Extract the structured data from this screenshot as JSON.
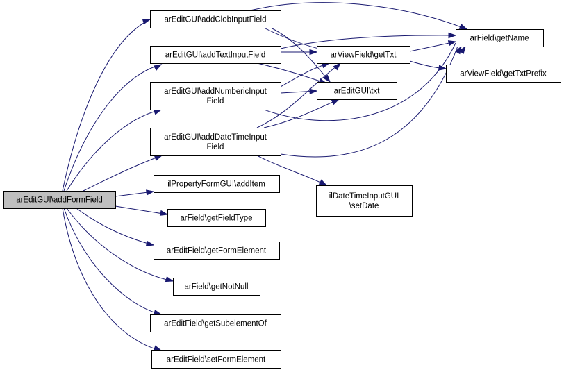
{
  "diagram": {
    "nodes": {
      "root": {
        "lines": [
          "arEditGUI\\addFormField"
        ]
      },
      "addClob": {
        "lines": [
          "arEditGUI\\addClobInputField"
        ]
      },
      "addText": {
        "lines": [
          "arEditGUI\\addTextInputField"
        ]
      },
      "addNum": {
        "lines": [
          "arEditGUI\\addNumbericInput",
          "Field"
        ]
      },
      "addDate": {
        "lines": [
          "arEditGUI\\addDateTimeInput",
          "Field"
        ]
      },
      "addItem": {
        "lines": [
          "ilPropertyFormGUI\\addItem"
        ]
      },
      "getFieldType": {
        "lines": [
          "arField\\getFieldType"
        ]
      },
      "getFormElement": {
        "lines": [
          "arEditField\\getFormElement"
        ]
      },
      "getNotNull": {
        "lines": [
          "arField\\getNotNull"
        ]
      },
      "getSubelementOf": {
        "lines": [
          "arEditField\\getSubelementOf"
        ]
      },
      "setFormElement": {
        "lines": [
          "arEditField\\setFormElement"
        ]
      },
      "getTxt": {
        "lines": [
          "arViewField\\getTxt"
        ]
      },
      "txt": {
        "lines": [
          "arEditGUI\\txt"
        ]
      },
      "setDate": {
        "lines": [
          "ilDateTimeInputGUI",
          "\\setDate"
        ]
      },
      "getName": {
        "lines": [
          "arField\\getName"
        ]
      },
      "getTxtPrefix": {
        "lines": [
          "arViewField\\getTxtPrefix"
        ]
      }
    }
  }
}
